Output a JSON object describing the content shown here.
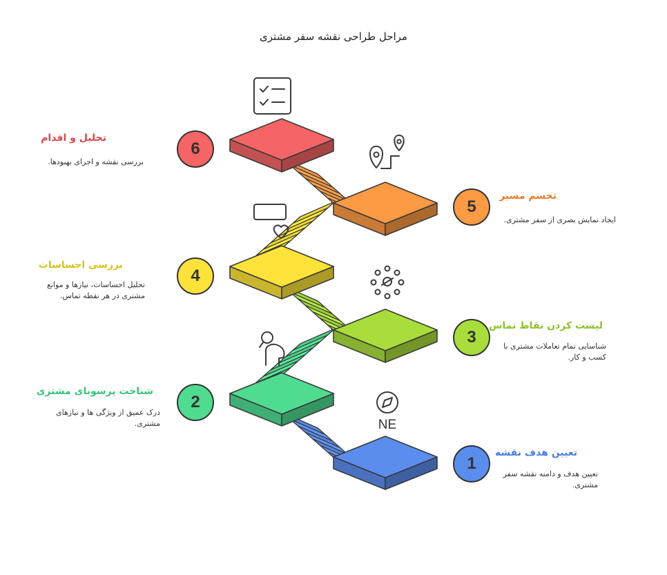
{
  "title": "مراحل طراحی نقشه سفر مشتری",
  "colors": {
    "step1": "#5b8def",
    "step2": "#4fdc91",
    "step3": "#a9dd3c",
    "step4": "#fde23a",
    "step5": "#fd9a44",
    "step6": "#f56565",
    "outline": "#3a3a3a"
  },
  "steps": [
    {
      "number": "1",
      "heading": "تعیین هدف نقشه",
      "description": [
        "تعیین هدف و دامنه نقشه سفر",
        "مشتری."
      ],
      "icon": "compass-icon",
      "icon_text": "NE"
    },
    {
      "number": "2",
      "heading": "شناخت پرسونای مشتری",
      "description": [
        "درک عمیق از ویژگی ها و نیازهای",
        "مشتری."
      ],
      "icon": "person-icon"
    },
    {
      "number": "3",
      "heading": "لیست کردن نقاط تماس",
      "description": [
        "شناسایی تمام تعاملات مشتری با",
        "کسب و کار."
      ],
      "icon": "network-icon"
    },
    {
      "number": "4",
      "heading": "بررسی احساسات",
      "description": [
        "تحلیل احساسات، نیازها و موانع",
        "مشتری در هر نقطه تماس."
      ],
      "icon": "chat-heart-icon"
    },
    {
      "number": "5",
      "heading": "تجسم مسیر",
      "description": [
        "ایجاد نمایش بصری از سفر مشتری."
      ],
      "icon": "map-pin-route-icon"
    },
    {
      "number": "6",
      "heading": "تحلیل و اقدام",
      "description": [
        "بررسی نقشه و اجرای بهبودها."
      ],
      "icon": "checklist-icon"
    }
  ]
}
